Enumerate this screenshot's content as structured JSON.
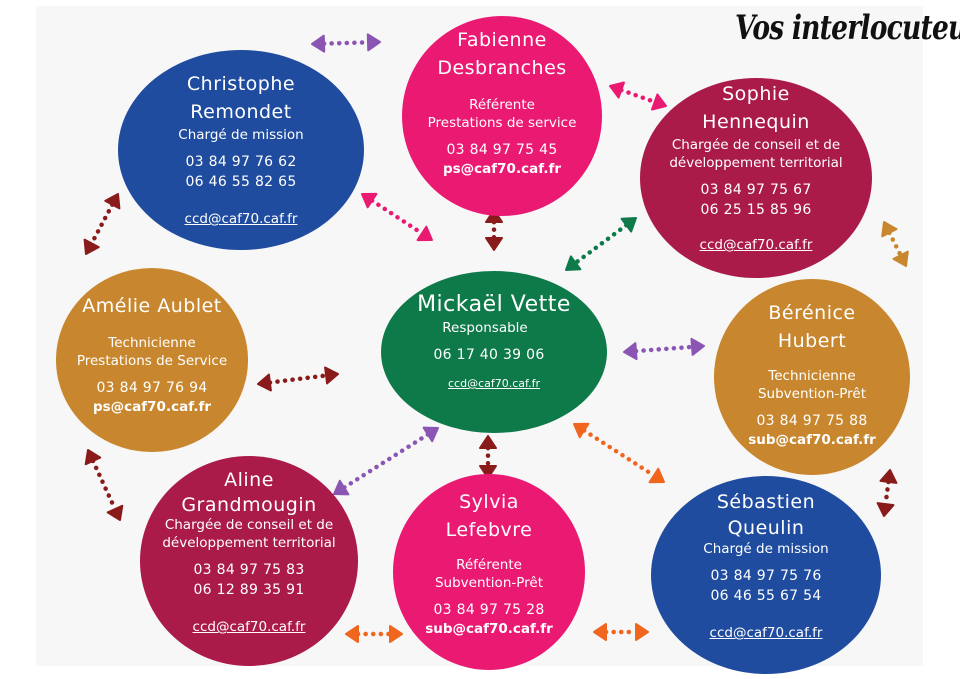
{
  "title": "Vos interlocuteurs",
  "colors": {
    "blue": "#1f4c9f",
    "pink": "#ea1a73",
    "wine": "#aa1b4a",
    "green": "#0e7a4a",
    "ochre": "#c8872e",
    "purple": "#8a55b3",
    "maroon": "#8a1b1b",
    "orange": "#f0661e",
    "background": "#f7f7f7"
  },
  "contacts": {
    "christophe": {
      "name_line1": "Christophe",
      "name_line2": "Remondet",
      "role": "Chargé de mission",
      "phone1": "03 84 97 76 62",
      "phone2": "06 46 55 82 65",
      "email": "ccd@caf70.caf.fr"
    },
    "fabienne": {
      "name_line1": "Fabienne",
      "name_line2": "Desbranches",
      "role_line1": "Référente",
      "role_line2": "Prestations de service",
      "phone1": "03 84 97 75 45",
      "email": "ps@caf70.caf.fr"
    },
    "sophie": {
      "name_line1": "Sophie",
      "name_line2": "Hennequin",
      "role_line1": "Chargée de conseil et de",
      "role_line2": "développement territorial",
      "phone1": "03 84 97 75 67",
      "phone2": "06 25 15 85 96",
      "email": "ccd@caf70.caf.fr"
    },
    "amelie": {
      "name": "Amélie Aublet",
      "role_line1": "Technicienne",
      "role_line2": "Prestations de Service",
      "phone1": "03 84 97 76 94",
      "email": "ps@caf70.caf.fr"
    },
    "mickael": {
      "name": "Mickaël Vette",
      "role": "Responsable",
      "phone1": "06 17 40 39 06",
      "email": "ccd@caf70.caf.fr"
    },
    "berenice": {
      "name_line1": "Bérénice",
      "name_line2": "Hubert",
      "role_line1": "Technicienne",
      "role_line2": "Subvention-Prêt",
      "phone1": "03 84 97 75 88",
      "email": "sub@caf70.caf.fr"
    },
    "aline": {
      "name_line1": "Aline",
      "name_line2": "Grandmougin",
      "role_line1": "Chargée de conseil et de",
      "role_line2": "développement territorial",
      "phone1": "03 84 97 75 83",
      "phone2": "06 12 89 35 91",
      "email": "ccd@caf70.caf.fr"
    },
    "sylvia": {
      "name_line1": "Sylvia",
      "name_line2": "Lefebvre",
      "role_line1": "Référente",
      "role_line2": "Subvention-Prêt",
      "phone1": "03 84 97 75 28",
      "email": "sub@caf70.caf.fr"
    },
    "sebastien": {
      "name_line1": "Sébastien",
      "name_line2": "Queulin",
      "role": "Chargé de mission",
      "phone1": "03 84 97 75 76",
      "phone2": "06 46 55 67 54",
      "email": "ccd@caf70.caf.fr"
    }
  },
  "connectors": [
    {
      "from": "christophe",
      "to": "fabienne",
      "color": "purple"
    },
    {
      "from": "fabienne",
      "to": "sophie",
      "color": "pink"
    },
    {
      "from": "christophe",
      "to": "mickael",
      "color": "pink"
    },
    {
      "from": "fabienne",
      "to": "mickael",
      "color": "maroon"
    },
    {
      "from": "sophie",
      "to": "mickael",
      "color": "green"
    },
    {
      "from": "sophie",
      "to": "berenice",
      "color": "ochre"
    },
    {
      "from": "christophe",
      "to": "amelie",
      "color": "maroon"
    },
    {
      "from": "amelie",
      "to": "mickael",
      "color": "maroon"
    },
    {
      "from": "mickael",
      "to": "berenice",
      "color": "purple"
    },
    {
      "from": "amelie",
      "to": "aline",
      "color": "maroon"
    },
    {
      "from": "mickael",
      "to": "aline",
      "color": "purple"
    },
    {
      "from": "mickael",
      "to": "sylvia",
      "color": "maroon"
    },
    {
      "from": "mickael",
      "to": "sebastien",
      "color": "orange"
    },
    {
      "from": "berenice",
      "to": "sebastien",
      "color": "maroon"
    },
    {
      "from": "aline",
      "to": "sylvia",
      "color": "orange"
    },
    {
      "from": "sylvia",
      "to": "sebastien",
      "color": "orange"
    }
  ]
}
